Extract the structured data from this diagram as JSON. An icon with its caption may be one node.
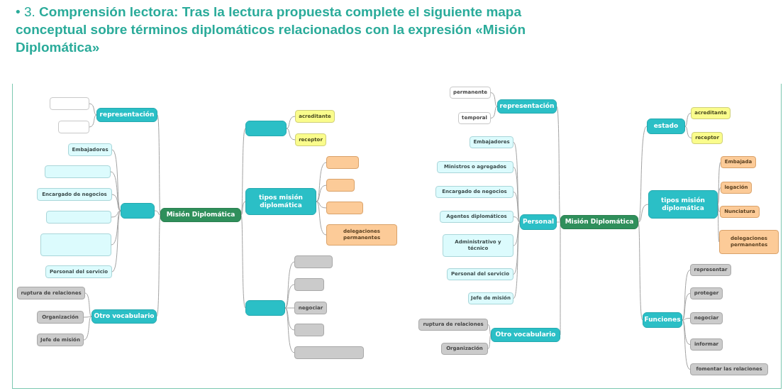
{
  "diagram": {
    "title": "• 3. **Comprensión lectora: Tras la lectura propuesta complete el siguiente mapa conceptual sobre términos diplomáticos relacionados con la expresión «Misión Diplomática»**",
    "nodes": [
      {
        "text": [
          "Misión Diplomática"
        ]
      },
      {
        "text": [
          "representación"
        ]
      },
      {
        "text": [],
        "shape": "box"
      },
      {
        "text": [],
        "shape": "box"
      },
      {
        "text": [],
        "shape": "box"
      },
      {
        "text": [
          "Embajadores"
        ]
      },
      {
        "text": [],
        "shape": "box"
      },
      {
        "text": [
          "Encargado de negocios"
        ]
      },
      {
        "text": [],
        "shape": "box"
      },
      {
        "text": [],
        "shape": "box"
      },
      {
        "text": [
          "Personal del servicio"
        ]
      },
      {
        "text": [
          "Otro vocabulario"
        ]
      },
      {
        "text": [
          "ruptura de relaciones"
        ]
      },
      {
        "text": [
          "Organización"
        ]
      },
      {
        "text": [
          "Jefe de misión"
        ]
      },
      {
        "text": [],
        "shape": "box"
      },
      {
        "text": [
          "acreditante"
        ]
      },
      {
        "text": [
          "receptor"
        ]
      },
      {
        "text": [
          "tipos misión diplomática"
        ]
      },
      {
        "text": [],
        "shape": "box"
      },
      {
        "text": [],
        "shape": "box"
      },
      {
        "text": [],
        "shape": "box"
      },
      {
        "text": [
          "delegaciones permanentes"
        ]
      },
      {
        "text": [],
        "shape": "box"
      },
      {
        "text": [],
        "shape": "box"
      },
      {
        "text": [],
        "shape": "box"
      },
      {
        "text": [
          "negociar"
        ]
      },
      {
        "text": [],
        "shape": "box"
      },
      {
        "text": [],
        "shape": "box"
      },
      {
        "text": [
          "Misión Diplomática"
        ]
      },
      {
        "text": [
          "representación"
        ]
      },
      {
        "text": [
          "permanente"
        ]
      },
      {
        "text": [
          "temporal"
        ]
      },
      {
        "text": [
          "Personal"
        ]
      },
      {
        "text": [
          "Embajadores"
        ]
      },
      {
        "text": [
          "Ministros o agregados"
        ]
      },
      {
        "text": [
          "Encargado de negocios"
        ]
      },
      {
        "text": [
          "Agentes diplomáticos"
        ]
      },
      {
        "text": [
          "Administrativo y técnico"
        ]
      },
      {
        "text": [
          "Personal del servicio"
        ]
      },
      {
        "text": [
          "Jefe de misión"
        ]
      },
      {
        "text": [
          "Otro vocabulario"
        ]
      },
      {
        "text": [
          "ruptura de relaciones"
        ]
      },
      {
        "text": [
          "Organización"
        ]
      },
      {
        "text": [
          "estado"
        ]
      },
      {
        "text": [
          "acreditante"
        ]
      },
      {
        "text": [
          "receptor"
        ]
      },
      {
        "text": [
          "tipos misión diplomática"
        ]
      },
      {
        "text": [
          "Embajada"
        ]
      },
      {
        "text": [
          "legación"
        ]
      },
      {
        "text": [
          "Nunciatura"
        ]
      },
      {
        "text": [
          "delegaciones permanentes"
        ]
      },
      {
        "text": [
          "Funciones"
        ]
      },
      {
        "text": [
          "representar"
        ]
      },
      {
        "text": [
          "proteger"
        ]
      },
      {
        "text": [
          "negociar"
        ]
      },
      {
        "text": [
          "informar"
        ]
      },
      {
        "text": [
          "fomentar las relaciones"
        ]
      }
    ],
    "edges": [
      {
        "from": 0,
        "to": 1,
        "arrow": "none"
      },
      {
        "from": 1,
        "to": 2,
        "arrow": "none"
      },
      {
        "from": 1,
        "to": 3,
        "arrow": "none"
      },
      {
        "from": 0,
        "to": 4,
        "arrow": "none"
      },
      {
        "from": 4,
        "to": 5,
        "arrow": "none"
      },
      {
        "from": 4,
        "to": 6,
        "arrow": "none"
      },
      {
        "from": 4,
        "to": 7,
        "arrow": "none"
      },
      {
        "from": 4,
        "to": 8,
        "arrow": "none"
      },
      {
        "from": 4,
        "to": 9,
        "arrow": "none"
      },
      {
        "from": 4,
        "to": 10,
        "arrow": "none"
      },
      {
        "from": 0,
        "to": 11,
        "arrow": "none"
      },
      {
        "from": 11,
        "to": 12,
        "arrow": "none"
      },
      {
        "from": 11,
        "to": 13,
        "arrow": "none"
      },
      {
        "from": 11,
        "to": 14,
        "arrow": "none"
      },
      {
        "from": 0,
        "to": 15,
        "arrow": "none"
      },
      {
        "from": 15,
        "to": 16,
        "arrow": "none"
      },
      {
        "from": 15,
        "to": 17,
        "arrow": "none"
      },
      {
        "from": 0,
        "to": 18,
        "arrow": "none"
      },
      {
        "from": 18,
        "to": 19,
        "arrow": "none"
      },
      {
        "from": 18,
        "to": 20,
        "arrow": "none"
      },
      {
        "from": 18,
        "to": 21,
        "arrow": "none"
      },
      {
        "from": 18,
        "to": 22,
        "arrow": "none"
      },
      {
        "from": 0,
        "to": 23,
        "arrow": "none"
      },
      {
        "from": 23,
        "to": 24,
        "arrow": "none"
      },
      {
        "from": 23,
        "to": 25,
        "arrow": "none"
      },
      {
        "from": 23,
        "to": 26,
        "arrow": "none"
      },
      {
        "from": 23,
        "to": 27,
        "arrow": "none"
      },
      {
        "from": 23,
        "to": 28,
        "arrow": "none"
      },
      {
        "from": 29,
        "to": 30,
        "arrow": "none"
      },
      {
        "from": 30,
        "to": 31,
        "arrow": "none"
      },
      {
        "from": 30,
        "to": 32,
        "arrow": "none"
      },
      {
        "from": 29,
        "to": 33,
        "arrow": "none"
      },
      {
        "from": 33,
        "to": 34,
        "arrow": "none"
      },
      {
        "from": 33,
        "to": 35,
        "arrow": "none"
      },
      {
        "from": 33,
        "to": 36,
        "arrow": "none"
      },
      {
        "from": 33,
        "to": 37,
        "arrow": "none"
      },
      {
        "from": 33,
        "to": 38,
        "arrow": "none"
      },
      {
        "from": 33,
        "to": 39,
        "arrow": "none"
      },
      {
        "from": 33,
        "to": 40,
        "arrow": "none"
      },
      {
        "from": 29,
        "to": 41,
        "arrow": "none"
      },
      {
        "from": 41,
        "to": 42,
        "arrow": "none"
      },
      {
        "from": 41,
        "to": 43,
        "arrow": "none"
      },
      {
        "from": 29,
        "to": 44,
        "arrow": "none"
      },
      {
        "from": 44,
        "to": 45,
        "arrow": "none"
      },
      {
        "from": 44,
        "to": 46,
        "arrow": "none"
      },
      {
        "from": 29,
        "to": 47,
        "arrow": "none"
      },
      {
        "from": 47,
        "to": 48,
        "arrow": "none"
      },
      {
        "from": 47,
        "to": 49,
        "arrow": "none"
      },
      {
        "from": 47,
        "to": 50,
        "arrow": "none"
      },
      {
        "from": 47,
        "to": 51,
        "arrow": "none"
      },
      {
        "from": 29,
        "to": 52,
        "arrow": "none"
      },
      {
        "from": 52,
        "to": 53,
        "arrow": "none"
      },
      {
        "from": 52,
        "to": 54,
        "arrow": "none"
      },
      {
        "from": 52,
        "to": 55,
        "arrow": "none"
      },
      {
        "from": 52,
        "to": 56,
        "arrow": "none"
      },
      {
        "from": 52,
        "to": 57,
        "arrow": "none"
      }
    ]
  }
}
